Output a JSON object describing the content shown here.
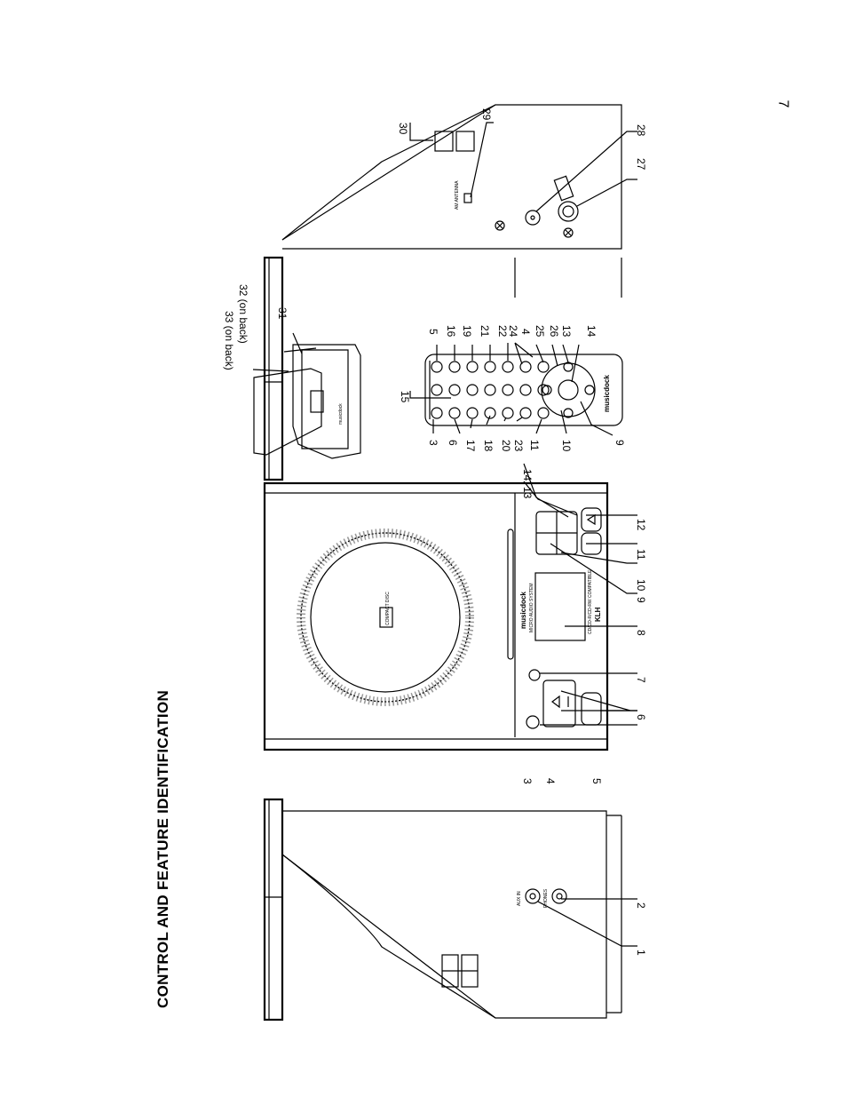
{
  "page": {
    "title": "CONTROL AND FEATURE IDENTIFICATION",
    "number": "7"
  },
  "device": {
    "brand": "musicdock",
    "model_line": "MICRO AUDIO SYSTEM",
    "compat_line": "CD/CD-R/CD-RW COMPATIBLE",
    "maker_logo": "KLH",
    "disc_logo": "COMPACT DISC"
  },
  "callouts": {
    "c1": "1",
    "c2": "2",
    "c3": "3",
    "c4": "4",
    "c5": "5",
    "c6": "6",
    "c7": "7",
    "c8": "8",
    "c9": "9",
    "c10": "10",
    "c11": "11",
    "c12": "12",
    "c13": "13",
    "c14": "14",
    "r3": "3",
    "r6": "6",
    "r17": "17",
    "r18": "18",
    "r20": "20",
    "r23": "23",
    "r11": "11",
    "r10": "10",
    "r9": "9",
    "r15": "15",
    "r5": "5",
    "r16": "16",
    "r19": "19",
    "r21": "21",
    "r22": "22",
    "r24": "24",
    "r4": "4",
    "r25": "25",
    "r26": "26",
    "r13": "13",
    "r14": "14",
    "d31": "31",
    "d32": "32 (on back)",
    "d33": "33 (on back)",
    "s27": "27",
    "s28": "28",
    "s29": "29",
    "s30": "30"
  }
}
